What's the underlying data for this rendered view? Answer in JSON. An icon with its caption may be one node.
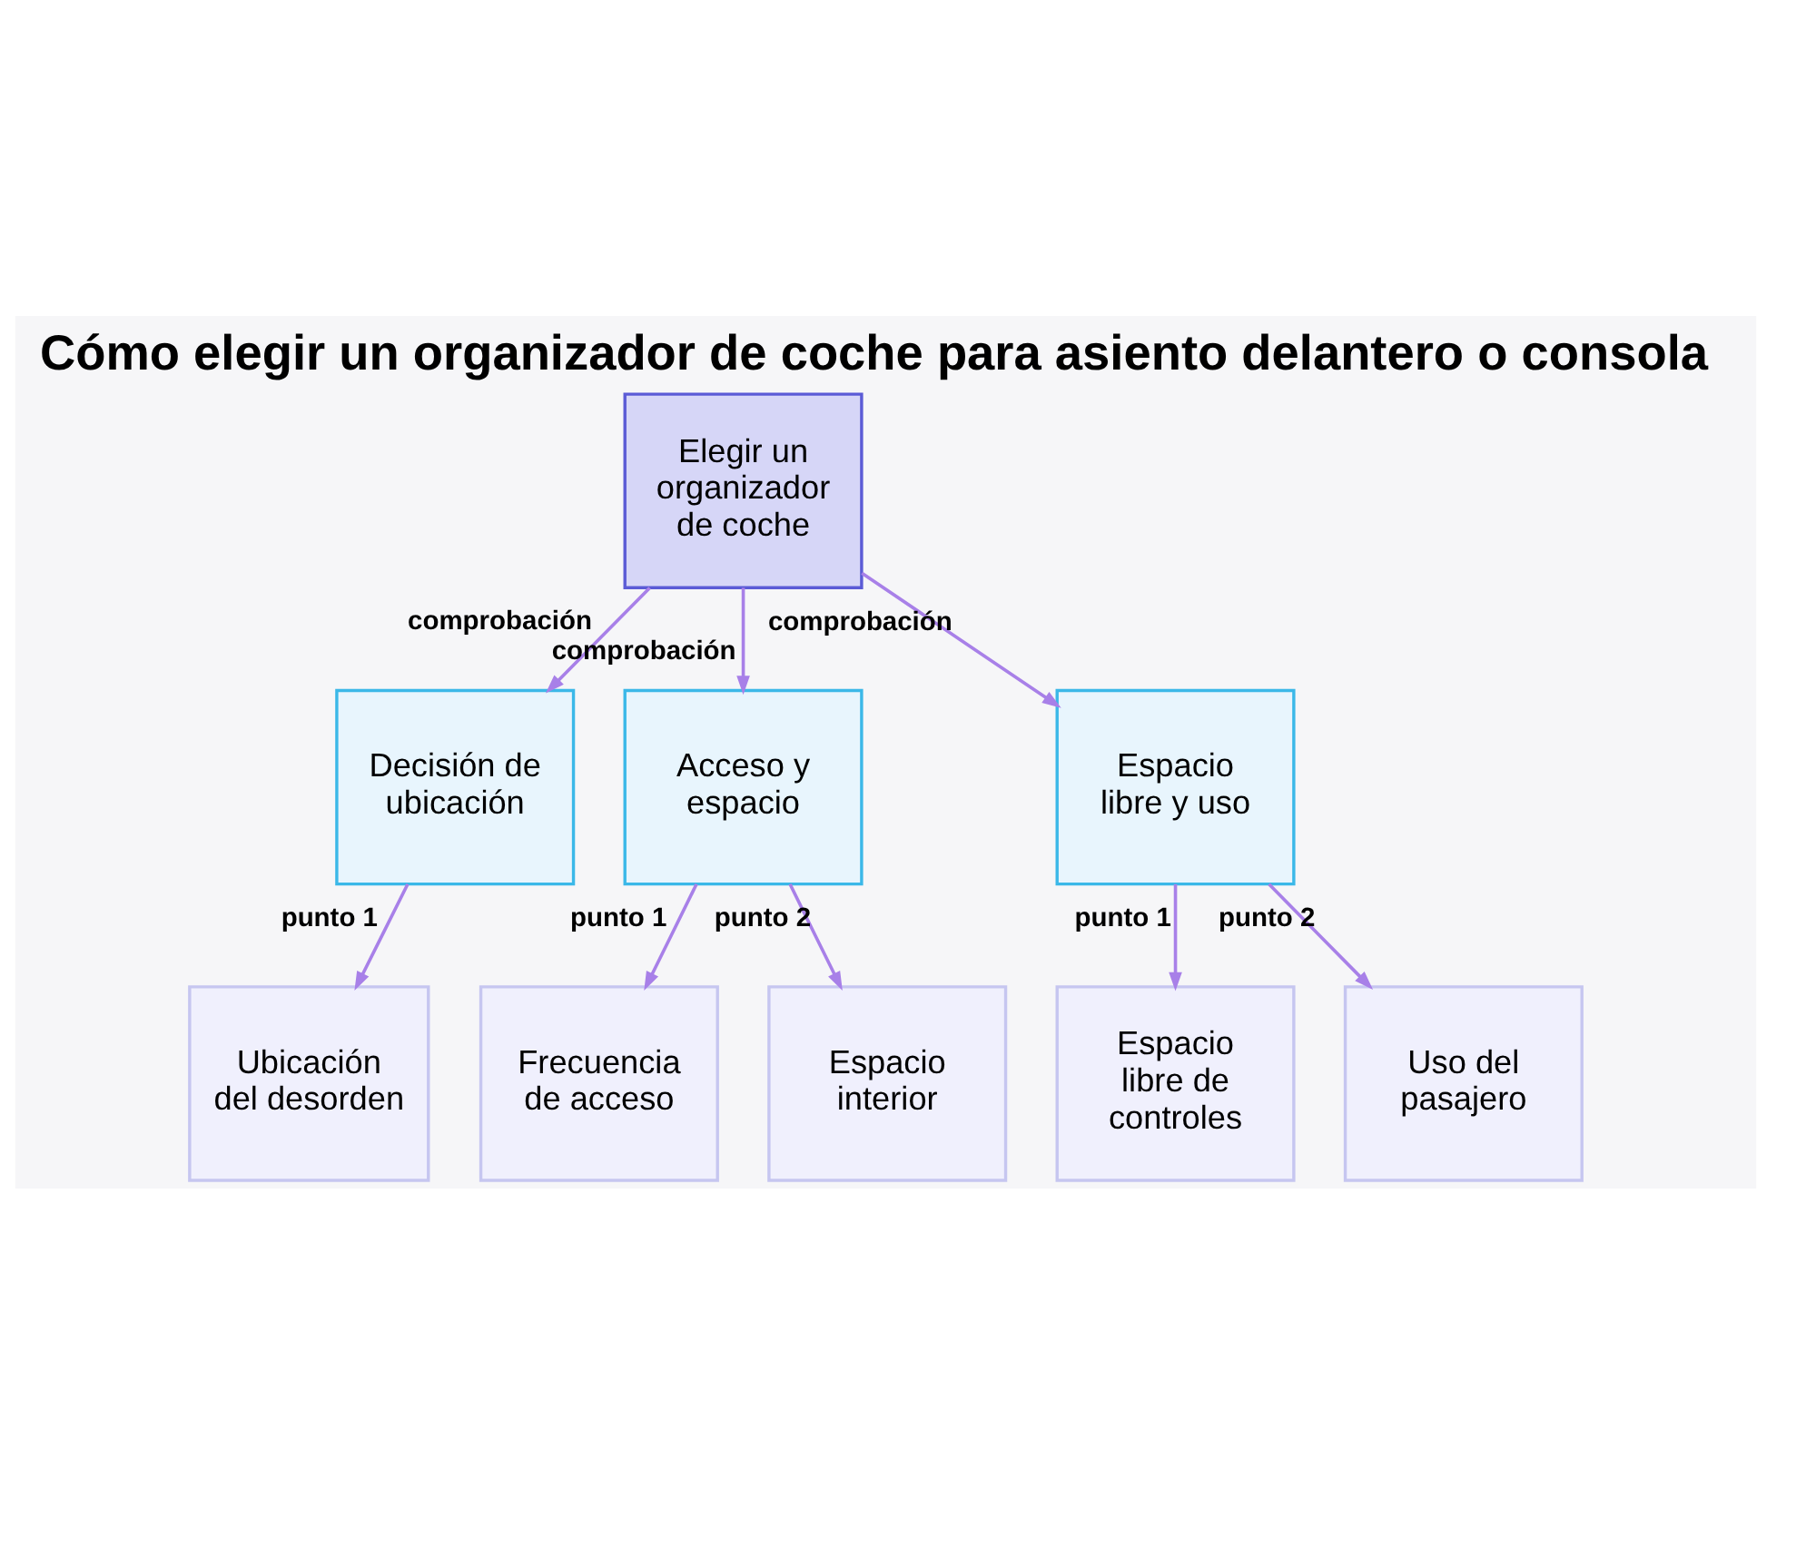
{
  "diagram": {
    "title": "Cómo elegir un organizador de coche para asiento delantero o consola",
    "nodes": [
      {
        "text": [
          "Elegir un organizador de coche"
        ]
      },
      {
        "text": [
          "Decisión de ubicación"
        ]
      },
      {
        "text": [
          "Acceso y espacio"
        ]
      },
      {
        "text": [
          "Espacio libre y uso"
        ]
      },
      {
        "text": [
          "Ubicación del desorden"
        ]
      },
      {
        "text": [
          "Frecuencia de acceso"
        ]
      },
      {
        "text": [
          "Espacio interior"
        ]
      },
      {
        "text": [
          "Espacio libre de controles"
        ]
      },
      {
        "text": [
          "Uso del pasajero"
        ]
      }
    ],
    "edges": [
      {
        "from": 0,
        "to": 1,
        "arrow": "to",
        "label": "comprobación"
      },
      {
        "from": 0,
        "to": 2,
        "arrow": "to",
        "label": "comprobación"
      },
      {
        "from": 0,
        "to": 3,
        "arrow": "to",
        "label": "comprobación"
      },
      {
        "from": 1,
        "to": 4,
        "arrow": "to",
        "label": "punto 1"
      },
      {
        "from": 2,
        "to": 5,
        "arrow": "to",
        "label": "punto 1"
      },
      {
        "from": 2,
        "to": 6,
        "arrow": "to",
        "label": "punto 2"
      },
      {
        "from": 3,
        "to": 7,
        "arrow": "to",
        "label": "punto 1"
      },
      {
        "from": 3,
        "to": 8,
        "arrow": "to",
        "label": "punto 2"
      }
    ]
  }
}
